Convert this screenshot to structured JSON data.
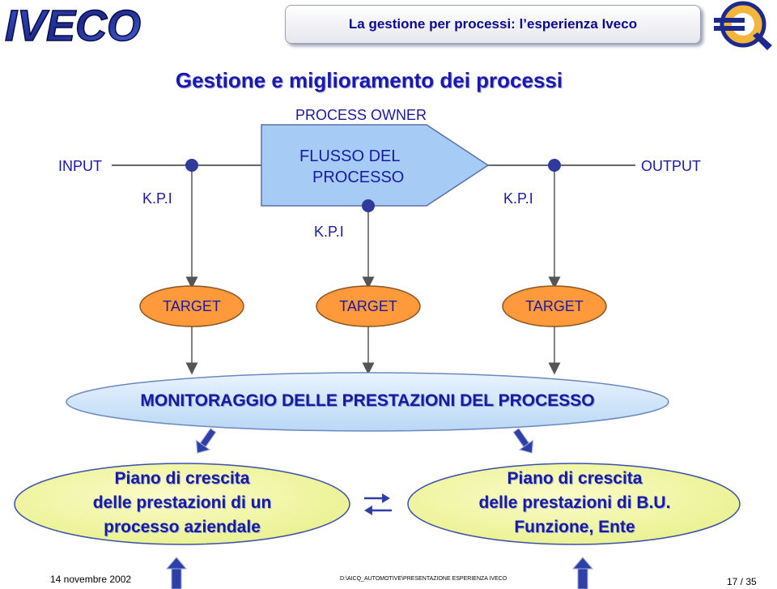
{
  "header": {
    "logo_text": "IVECO",
    "title": "La gestione per processi: l’esperienza Iveco"
  },
  "page_title": "Gestione e miglioramento dei processi",
  "process": {
    "owner_label": "PROCESS OWNER",
    "input_label": "INPUT",
    "output_label": "OUTPUT",
    "flow_label": [
      "FLUSSO DEL",
      "PROCESSO"
    ],
    "kpi_labels": [
      "K.P.I",
      "K.P.I",
      "K.P.I"
    ],
    "target_labels": [
      "TARGET",
      "TARGET",
      "TARGET"
    ],
    "monitoring_label": "MONITORAGGIO DELLE PRESTAZIONI DEL PROCESSO"
  },
  "plans": {
    "left": [
      "Piano di crescita",
      "delle prestazioni di un",
      "processo aziendale"
    ],
    "right": [
      "Piano di crescita",
      "delle prestazioni di B.U.",
      "Funzione, Ente"
    ]
  },
  "footer": {
    "date": "14 novembre 2002",
    "path": "D:\\AICQ_AUTOMOTIVE\\PRESENTAZIONE ESPERIENZA IVECO",
    "page": "17 / 35"
  },
  "colors": {
    "flow_fill": "#a6ccf5",
    "target_fill": "#ff9a3c",
    "monitor_fill": "#cfe6fb",
    "plan_fill": "#f6f8a6",
    "text_blue": "#1a1aa0",
    "arrow_blue": "#2f3fa8"
  }
}
